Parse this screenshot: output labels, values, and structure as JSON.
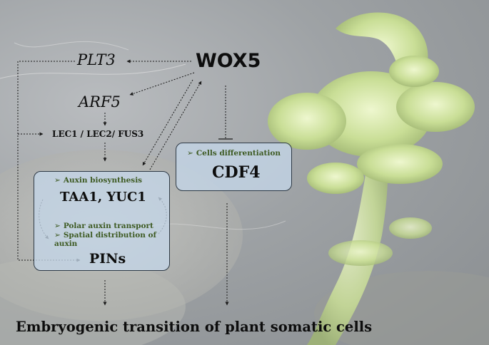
{
  "nodes": {
    "wox5": "WOX5",
    "plt3": "PLT3",
    "arf5": "ARF5",
    "lec": "LEC1 / LEC2/ FUS3",
    "taa_yuc": "TAA1, YUC1",
    "pins": "PINs",
    "cdf4": "CDF4"
  },
  "notes": {
    "auxin_biosynthesis": "Auxin biosynthesis",
    "polar_auxin_transport": "Polar auxin transport",
    "spatial_distribution_line1": "Spatial distribution of",
    "spatial_distribution_line2": "auxin",
    "cells_differentiation": "Cells differentiation"
  },
  "outcome": "Embryogenic transition of plant somatic cells",
  "colors": {
    "box_fill": "#c4d6e8",
    "note_text": "#3d5a22",
    "arrow": "#1a1a1a"
  },
  "icons": {
    "note_bullet": "arrowhead-bullet-icon"
  }
}
